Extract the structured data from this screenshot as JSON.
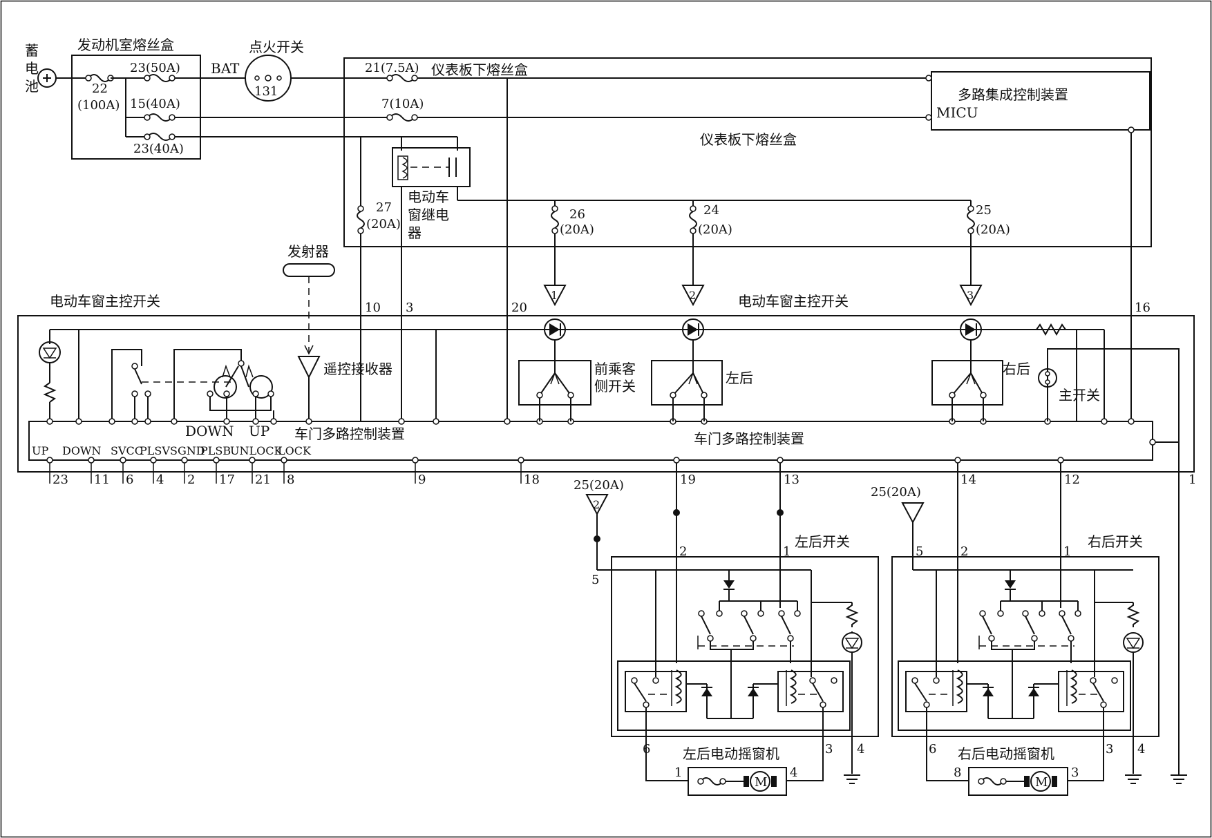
{
  "labels": {
    "battery": "蓄电池",
    "engine_fuse_box": "发动机室熔丝盒",
    "ignition_switch": "点火开关",
    "bat": "BAT",
    "ign_terminals": "131",
    "fuse_23_50a": "23(50A)",
    "fuse_22_100a_num": "22",
    "fuse_22_100a_rating": "(100A)",
    "fuse_15_40a": "15(40A)",
    "fuse_23_40a": "23(40A)",
    "fuse_21_7_5a": "21(7.5A)",
    "dash_fuse_box_1": "仪表板下熔丝盒",
    "fuse_7_10a": "7(10A)",
    "micu_cn": "多路集成控制装置",
    "micu": "MICU",
    "dash_fuse_box_2": "仪表板下熔丝盒",
    "relay_line1": "电动车",
    "relay_line2": "窗继电",
    "relay_line3": "器",
    "fuse_27_num": "27",
    "fuse_27_rating": "(20A)",
    "fuse_26_num": "26",
    "fuse_26_rating": "(20A)",
    "fuse_24_num": "24",
    "fuse_24_rating": "(20A)",
    "fuse_25_num": "25",
    "fuse_25_rating": "(20A)",
    "transmitter": "发射器",
    "master_switch_left": "电动车窗主控开关",
    "master_switch_right": "电动车窗主控开关",
    "remote_receiver": "遥控接收器",
    "door_mpcu_left": "车门多路控制装置",
    "door_mpcu_right": "车门多路控制装置",
    "front_passenger_l1": "前乘客",
    "front_passenger_l2": "侧开关",
    "left_rear": "左后",
    "right_rear": "右后",
    "main_switch": "主开关",
    "down": "DOWN",
    "up": "UP",
    "left_rear_switch": "左后开关",
    "right_rear_switch": "右后开关",
    "left_rear_motor": "左后电动摇窗机",
    "right_rear_motor": "右后电动摇窗机",
    "motor_symbol": "M",
    "fuse_25_20a_a": "25(20A)",
    "fuse_25_20a_b": "25(20A)",
    "tri_1": "1",
    "tri_2": "2",
    "tri_3": "3",
    "tri_2b": "2"
  },
  "top_pins": [
    "10",
    "3",
    "20",
    "16"
  ],
  "signal_names": [
    "UP",
    "DOWN",
    "SVCC",
    "PLSV",
    "SGND",
    "PLSB",
    "UNLOCK",
    "LOCK"
  ],
  "bottom_pins": [
    "23",
    "11",
    "6",
    "4",
    "2",
    "17",
    "21",
    "8",
    "9",
    "18",
    "19",
    "13",
    "14",
    "12",
    "1"
  ],
  "left_rear_switch_pins": [
    "2",
    "1",
    "5",
    "6",
    "3",
    "4"
  ],
  "right_rear_switch_pins": [
    "5",
    "2",
    "1",
    "6",
    "3",
    "4"
  ],
  "left_motor_pins": [
    "1",
    "4"
  ],
  "right_motor_pins": [
    "8",
    "3"
  ]
}
